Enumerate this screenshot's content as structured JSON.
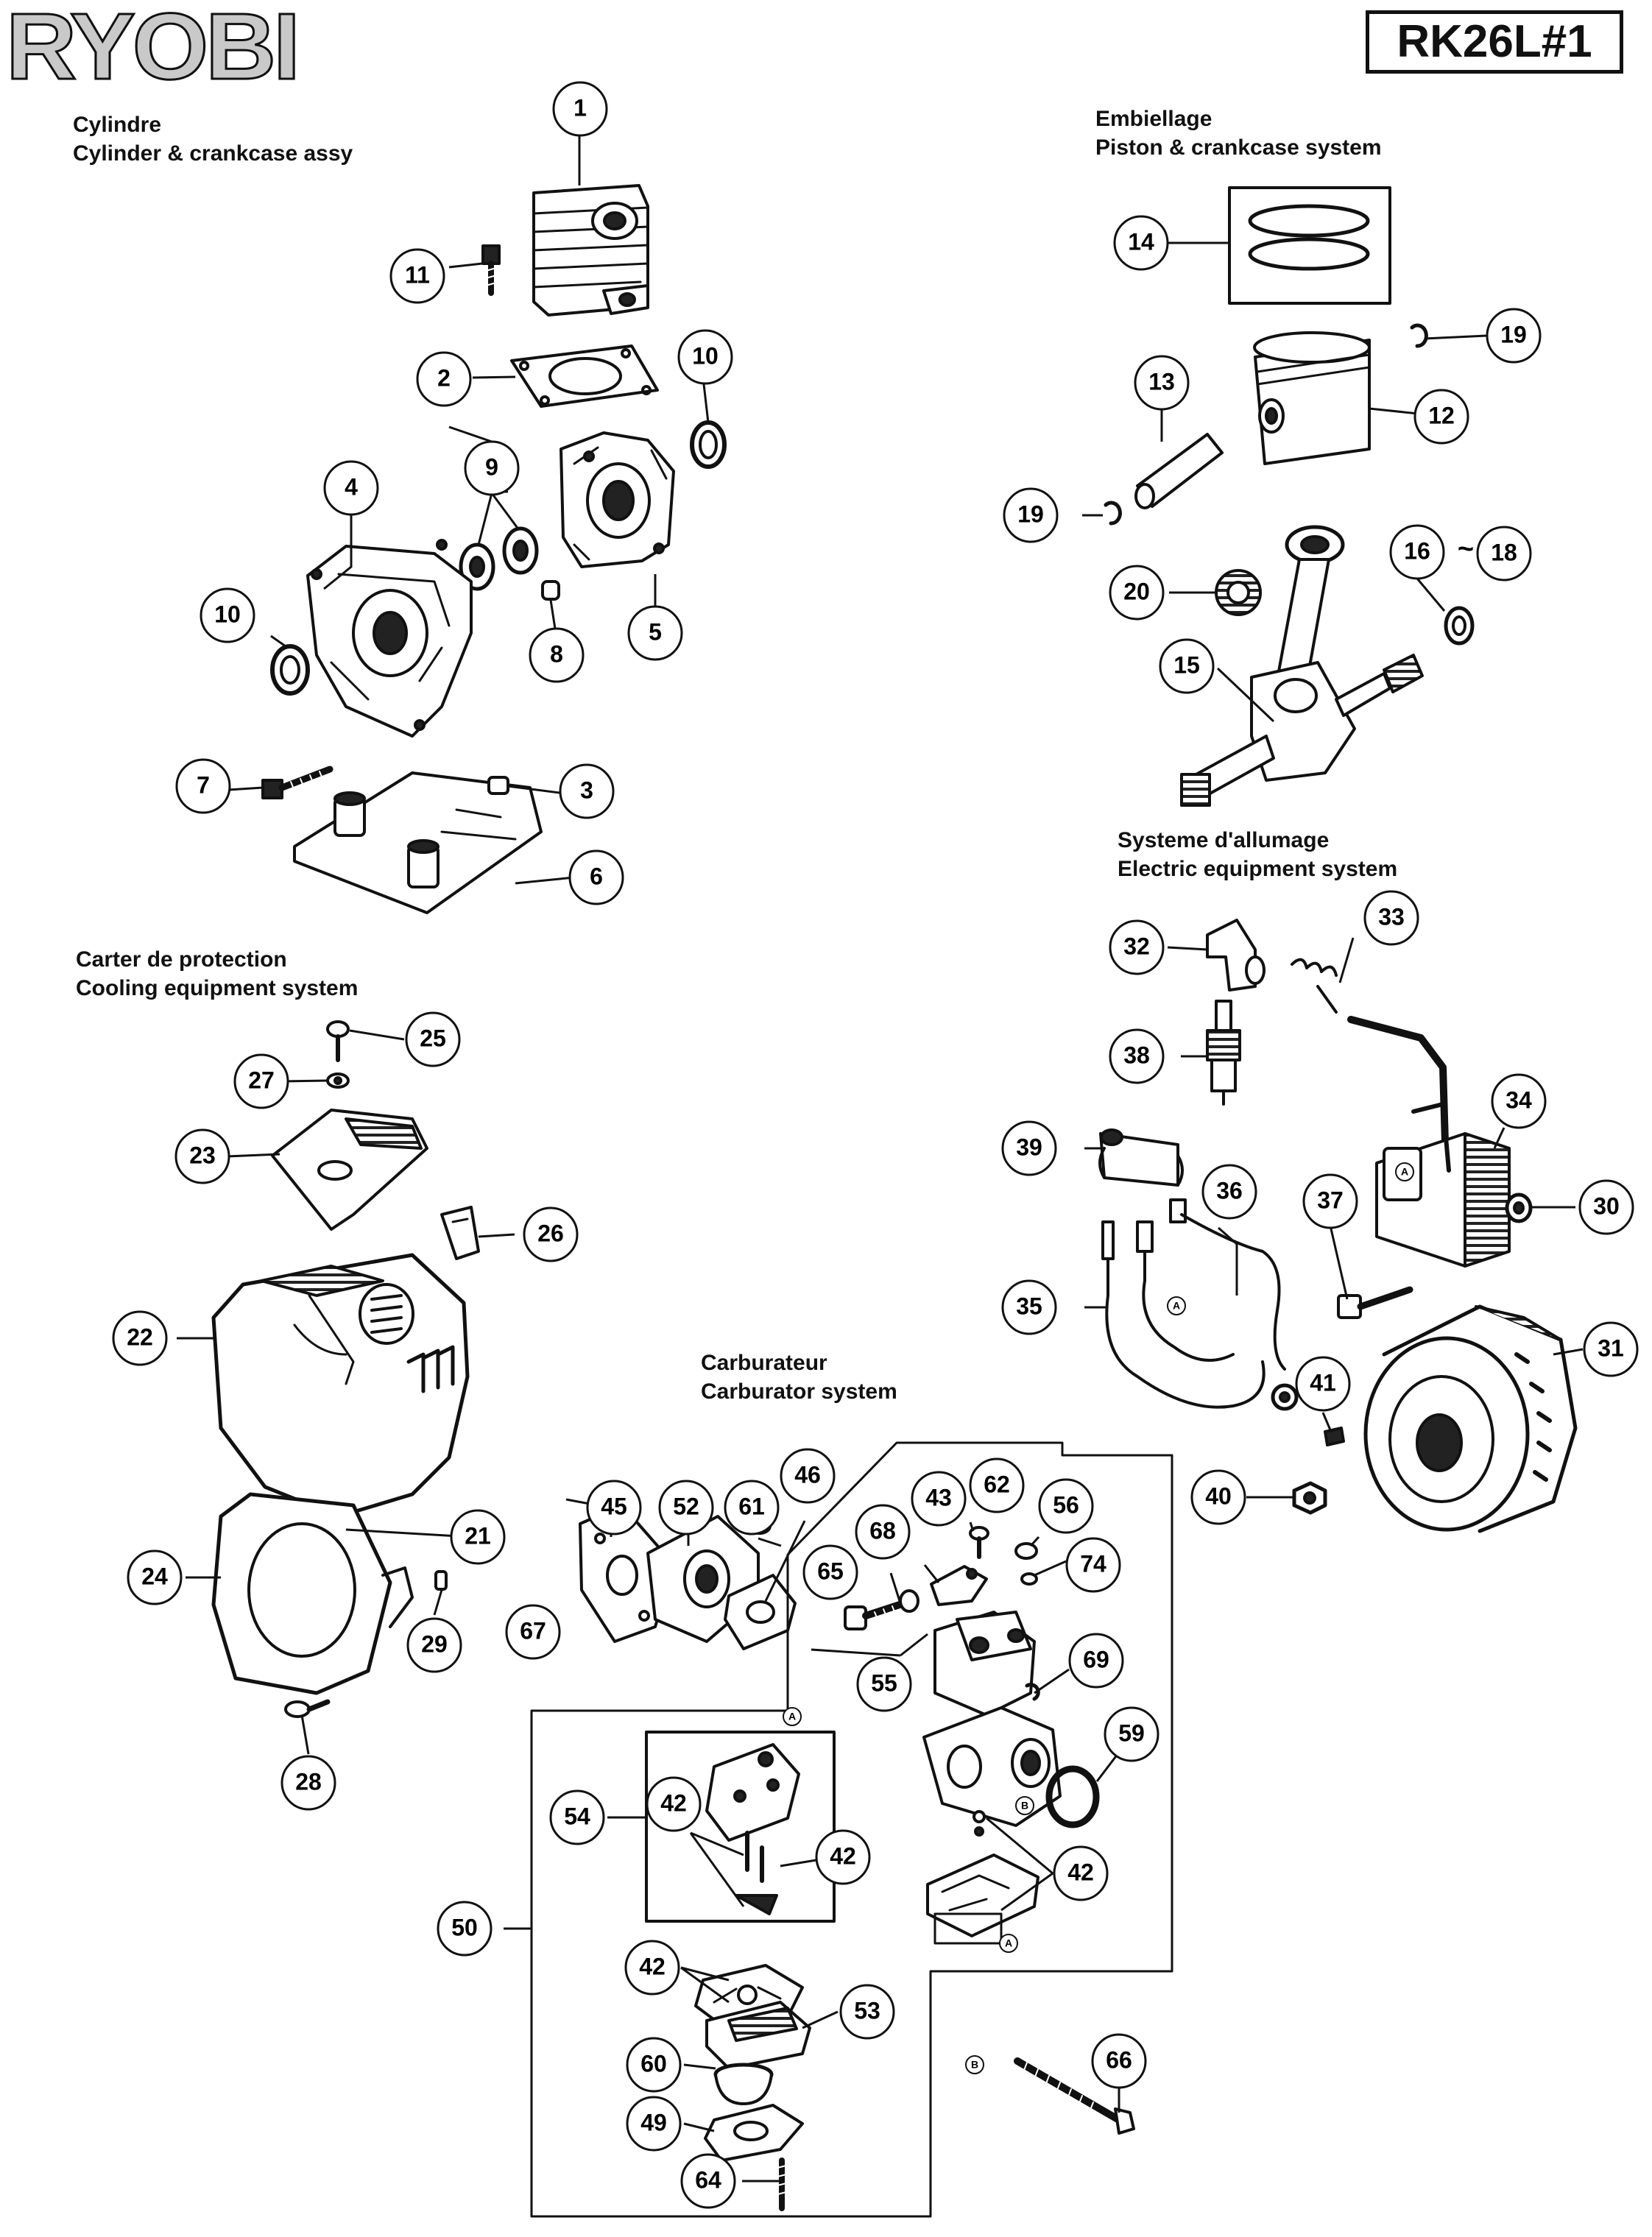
{
  "brand": "RYOBI",
  "model": "RK26L#1",
  "sections": [
    {
      "id": "cyl",
      "line1": "Cylindre",
      "line2": "Cylinder & crankcase assy"
    },
    {
      "id": "pis",
      "line1": "Embiellage",
      "line2": "Piston & crankcase system"
    },
    {
      "id": "ele",
      "line1": "Systeme d'allumage",
      "line2": "Electric equipment system"
    },
    {
      "id": "cool",
      "line1": "Carter de protection",
      "line2": "Cooling equipment system"
    },
    {
      "id": "carb",
      "line1": "Carburateur",
      "line2": "Carburator system"
    }
  ],
  "part_labels": [
    "1",
    "2",
    "3",
    "4",
    "5",
    "6",
    "7",
    "8",
    "9",
    "10",
    "10",
    "11",
    "12",
    "13",
    "14",
    "15",
    "16",
    "~",
    "18",
    "19",
    "19",
    "20",
    "21",
    "22",
    "23",
    "24",
    "25",
    "26",
    "27",
    "28",
    "29",
    "30",
    "31",
    "32",
    "33",
    "34",
    "35",
    "36",
    "37",
    "38",
    "39",
    "40",
    "41",
    "42",
    "42",
    "42",
    "42",
    "43",
    "45",
    "46",
    "49",
    "50",
    "52",
    "53",
    "54",
    "55",
    "56",
    "59",
    "60",
    "61",
    "62",
    "64",
    "65",
    "66",
    "67",
    "68",
    "69",
    "74"
  ],
  "markers": [
    "A",
    "A",
    "A",
    "A",
    "B",
    "B"
  ]
}
